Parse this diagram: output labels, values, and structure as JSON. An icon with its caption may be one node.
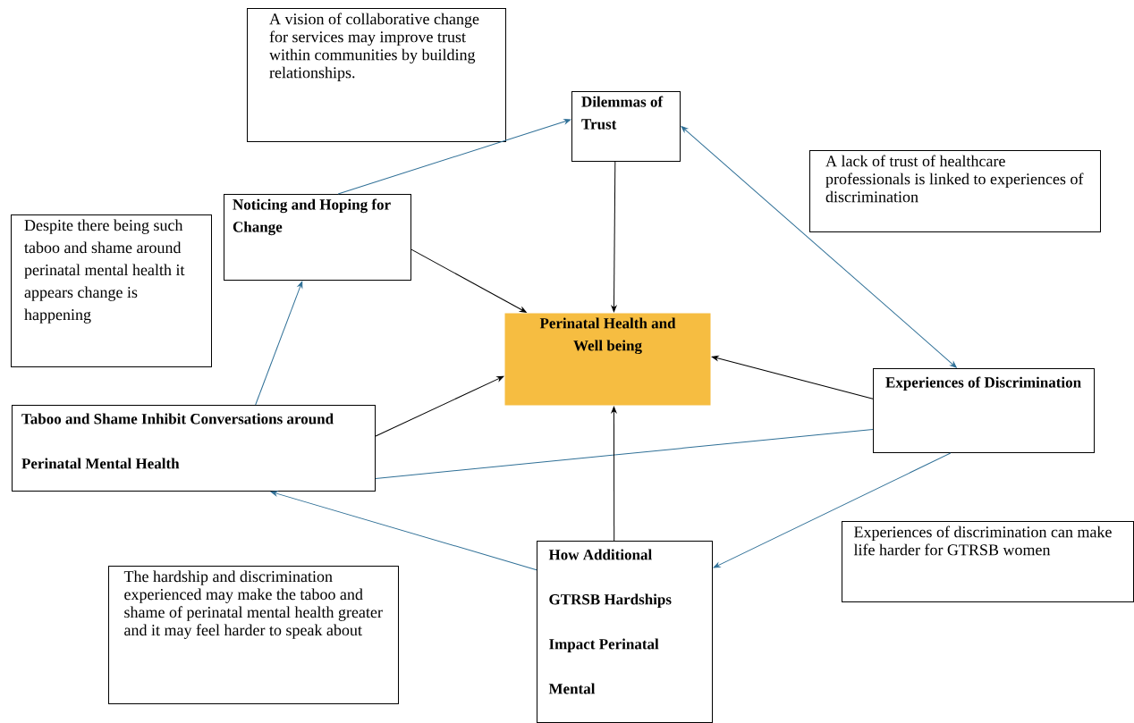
{
  "diagram": {
    "nodes": [
      {
        "text": [
          "A vision of collaborative change for services may improve trust within communities by building relationships."
        ]
      },
      {
        "text": [
          "Dilemmas of Trust"
        ]
      },
      {
        "text": [
          "A lack of trust of healthcare professionals is linked to experiences of discrimination"
        ]
      },
      {
        "text": [
          "Noticing and Hoping for Change"
        ]
      },
      {
        "text": [
          "Despite there being such taboo and shame around perinatal mental health it appears change is happening"
        ]
      },
      {
        "text": [
          "Perinatal Health and Well being"
        ]
      },
      {
        "text": [
          "Experiences of Discrimination"
        ]
      },
      {
        "text": [
          "Taboo and Shame Inhibit Conversations around Perinatal Mental Health"
        ]
      },
      {
        "text": [
          "Experiences of discrimination can make life harder for GTRSB women"
        ]
      },
      {
        "text": [
          "The hardship and discrimination experienced may make the taboo and shame of perinatal mental health greater and it may feel harder to speak about"
        ]
      },
      {
        "text": [
          "How Additional GTRSB Hardships Impact Perinatal Mental"
        ]
      }
    ],
    "edges": [
      {
        "from": 3,
        "to": 1,
        "arrow": "to",
        "color": "#2e6f96"
      },
      {
        "from": 3,
        "to": 5,
        "arrow": "to",
        "color": "#000000"
      },
      {
        "from": 1,
        "to": 5,
        "arrow": "to",
        "color": "#000000"
      },
      {
        "from": 1,
        "to": 6,
        "arrow": "both",
        "color": "#2e6f96"
      },
      {
        "from": 6,
        "to": 5,
        "arrow": "to",
        "color": "#000000"
      },
      {
        "from": 7,
        "to": 5,
        "arrow": "to",
        "color": "#000000"
      },
      {
        "from": 7,
        "to": 3,
        "arrow": "to",
        "color": "#2e6f96"
      },
      {
        "from": 6,
        "to": 7,
        "arrow": "none",
        "color": "#2e6f96"
      },
      {
        "from": 6,
        "to": 10,
        "arrow": "to",
        "color": "#2e6f96"
      },
      {
        "from": 10,
        "to": 7,
        "arrow": "to",
        "color": "#2e6f96"
      },
      {
        "from": 10,
        "to": 5,
        "arrow": "to",
        "color": "#000000"
      }
    ]
  }
}
